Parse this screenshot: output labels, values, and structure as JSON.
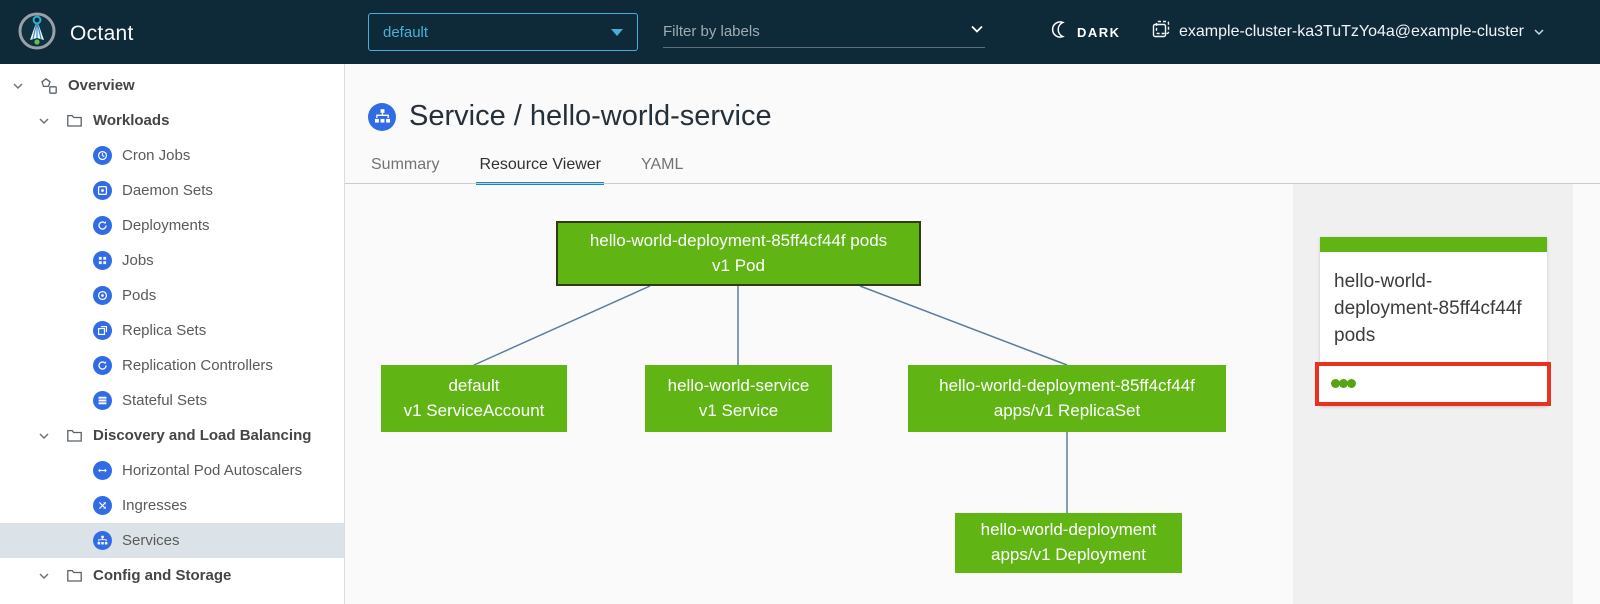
{
  "header": {
    "app_title": "Octant",
    "namespace": {
      "value": "default"
    },
    "filter": {
      "placeholder": "Filter by labels"
    },
    "theme": {
      "label": "DARK"
    },
    "context": {
      "value": "example-cluster-ka3TuTzYo4a@example-cluster"
    }
  },
  "sidebar": {
    "items": [
      {
        "label": "Overview",
        "icon": "applications-icon",
        "level": 0,
        "expanded": true
      },
      {
        "label": "Workloads",
        "icon": "folder-icon",
        "level": 1,
        "expanded": true
      },
      {
        "label": "Cron Jobs",
        "icon": "cronjob-icon",
        "level": 2
      },
      {
        "label": "Daemon Sets",
        "icon": "daemonset-icon",
        "level": 2
      },
      {
        "label": "Deployments",
        "icon": "deployment-icon",
        "level": 2
      },
      {
        "label": "Jobs",
        "icon": "job-icon",
        "level": 2
      },
      {
        "label": "Pods",
        "icon": "pod-icon",
        "level": 2
      },
      {
        "label": "Replica Sets",
        "icon": "replicaset-icon",
        "level": 2
      },
      {
        "label": "Replication Controllers",
        "icon": "replicationcontroller-icon",
        "level": 2
      },
      {
        "label": "Stateful Sets",
        "icon": "statefulset-icon",
        "level": 2
      },
      {
        "label": "Discovery and Load Balancing",
        "icon": "folder-icon",
        "level": 1,
        "expanded": true
      },
      {
        "label": "Horizontal Pod Autoscalers",
        "icon": "hpa-icon",
        "level": 2
      },
      {
        "label": "Ingresses",
        "icon": "ingress-icon",
        "level": 2
      },
      {
        "label": "Services",
        "icon": "service-icon",
        "level": 2,
        "selected": true
      },
      {
        "label": "Config and Storage",
        "icon": "folder-icon",
        "level": 1,
        "expanded": true
      }
    ]
  },
  "main": {
    "title": {
      "icon": "service-icon",
      "text": "Service / hello-world-service"
    },
    "tabs": [
      {
        "label": "Summary",
        "active": false
      },
      {
        "label": "Resource Viewer",
        "active": true
      },
      {
        "label": "YAML",
        "active": false
      }
    ]
  },
  "graph": {
    "nodes": [
      {
        "id": "pods",
        "name": "hello-world-deployment-85ff4cf44f pods",
        "kind": "v1 Pod",
        "selected": true
      },
      {
        "id": "serviceaccount",
        "name": "default",
        "kind": "v1 ServiceAccount",
        "selected": false
      },
      {
        "id": "service",
        "name": "hello-world-service",
        "kind": "v1 Service",
        "selected": false
      },
      {
        "id": "replicaset",
        "name": "hello-world-deployment-85ff4cf44f",
        "kind": "apps/v1 ReplicaSet",
        "selected": false
      },
      {
        "id": "deployment",
        "name": "hello-world-deployment",
        "kind": "apps/v1 Deployment",
        "selected": false
      }
    ],
    "edges": [
      [
        "pods",
        "serviceaccount"
      ],
      [
        "pods",
        "service"
      ],
      [
        "pods",
        "replicaset"
      ],
      [
        "replicaset",
        "deployment"
      ]
    ]
  },
  "detail_panel": {
    "card": {
      "title": "hello-world-deployment-85ff4cf44f pods",
      "status_dots": 3,
      "highlighted": true
    }
  },
  "colors": {
    "header_bg": "#0e2a38",
    "accent_blue": "#49afd9",
    "k8s_icon_blue": "#326ce5",
    "node_green": "#60b515",
    "selected_node_border": "#2f3b12",
    "edge_line": "#5e7d9a",
    "tab_underline": "#1588c9",
    "selected_row_bg": "#dbe3e9",
    "panel_bg": "#f0f0f0",
    "highlight_red": "#e8321f"
  }
}
